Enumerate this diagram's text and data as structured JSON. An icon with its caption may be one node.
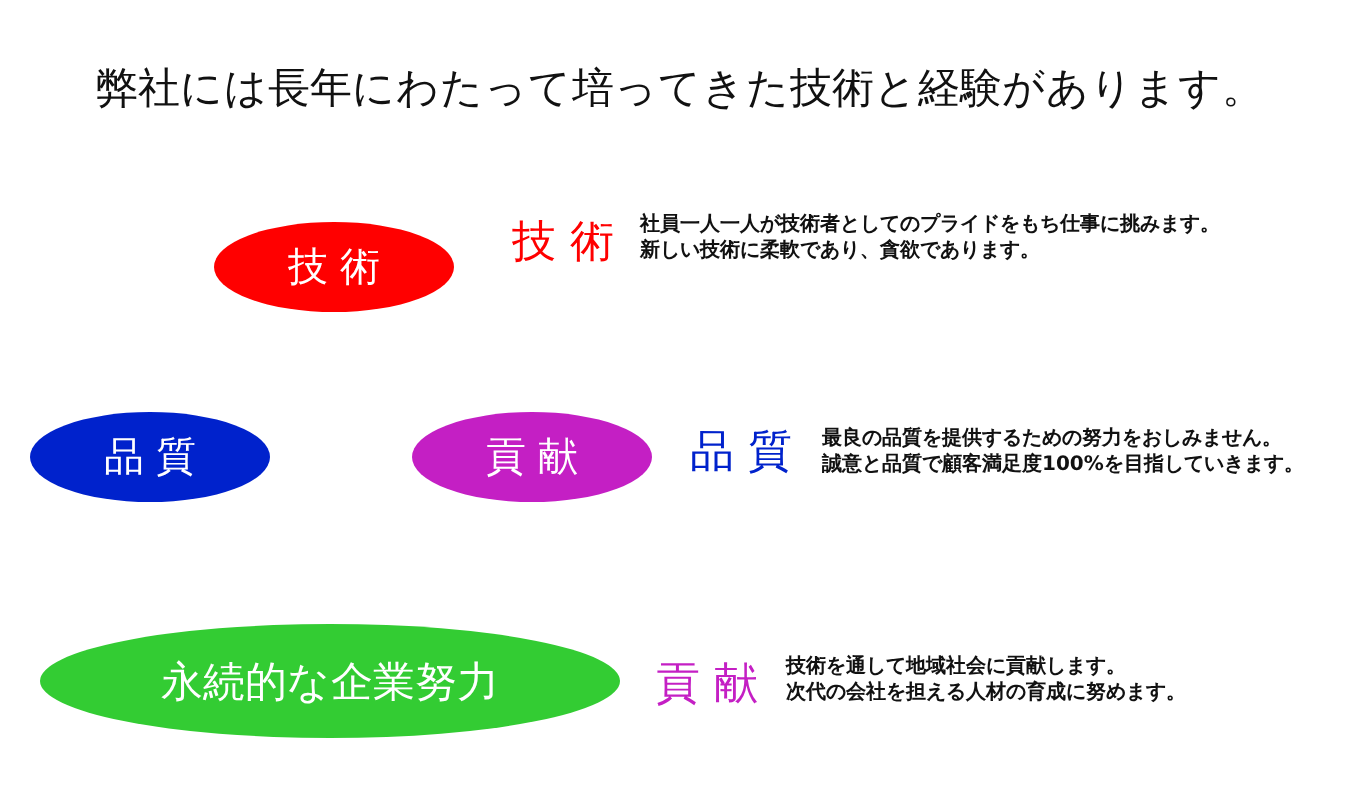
{
  "diagram": {
    "title": "弊社には長年にわたって培ってきた技術と経験があります。",
    "nodes": [
      {
        "text": [
          "技 術"
        ]
      },
      {
        "text": [
          "品 質"
        ]
      },
      {
        "text": [
          "貢 献"
        ]
      },
      {
        "text": [
          "永続的な企業努力"
        ]
      }
    ],
    "labels": [
      "技 術",
      "社員一人一人が技術者としてのプライドをもち仕事に挑みます。",
      "新しい技術に柔軟であり、貪欲であります。",
      "品 質",
      "最良の品質を提供するための努力をおしみません。",
      "誠意と品質で顧客満足度100%を目指していきます。",
      "貢 献",
      "技術を通して地域社会に貢献します。",
      "次代の会社を担える人材の育成に努めます。"
    ]
  }
}
